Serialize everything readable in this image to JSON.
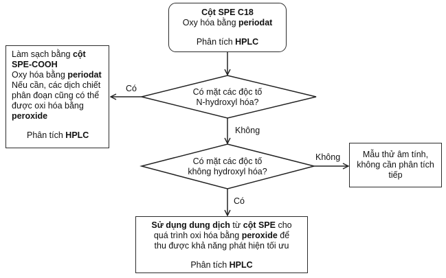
{
  "start_box": {
    "line1": "Cột SPE C18",
    "line2_prefix": "Oxy hóa bằng ",
    "line2_bold": "periodat",
    "analysis_prefix": "Phân tích ",
    "analysis_bold": "HPLC"
  },
  "decision1": {
    "line1": "Có mặt các độc tố",
    "line2": "N-hydroxyl hóa?",
    "yes_label": "Có",
    "no_label": "Không"
  },
  "left_box": {
    "line1_prefix": "Làm sạch bằng ",
    "line1_bold": "cột",
    "line2_bold": "SPE-COOH",
    "line3_prefix": "Oxy hóa bằng ",
    "line3_bold": "periodat",
    "line4": "Nếu cần, các dịch chiết",
    "line5": "phân đoạn cũng có thể",
    "line6": "được oxi hóa bằng",
    "line7_bold": "peroxide",
    "analysis_prefix": "Phân tích ",
    "analysis_bold": "HPLC"
  },
  "decision2": {
    "line1": "Có mặt các độc tố",
    "line2": "không hydroxyl hóa?",
    "yes_label": "Có",
    "no_label": "Không"
  },
  "right_box": {
    "line1": "Mẫu thử âm tính,",
    "line2": "không cần phân tích",
    "line3": "tiếp"
  },
  "bottom_box": {
    "p1_bold": "Sử dụng dung dịch",
    "p2": " từ ",
    "p3_bold": "cột SPE",
    "p4": " cho",
    "line2_prefix": "quá trình oxi hóa bằng ",
    "line2_bold": "peroxide",
    "line2_suffix": " để",
    "line3": "thu được khả năng phát hiện tối ưu",
    "analysis_prefix": "Phân tích ",
    "analysis_bold": "HPLC"
  }
}
